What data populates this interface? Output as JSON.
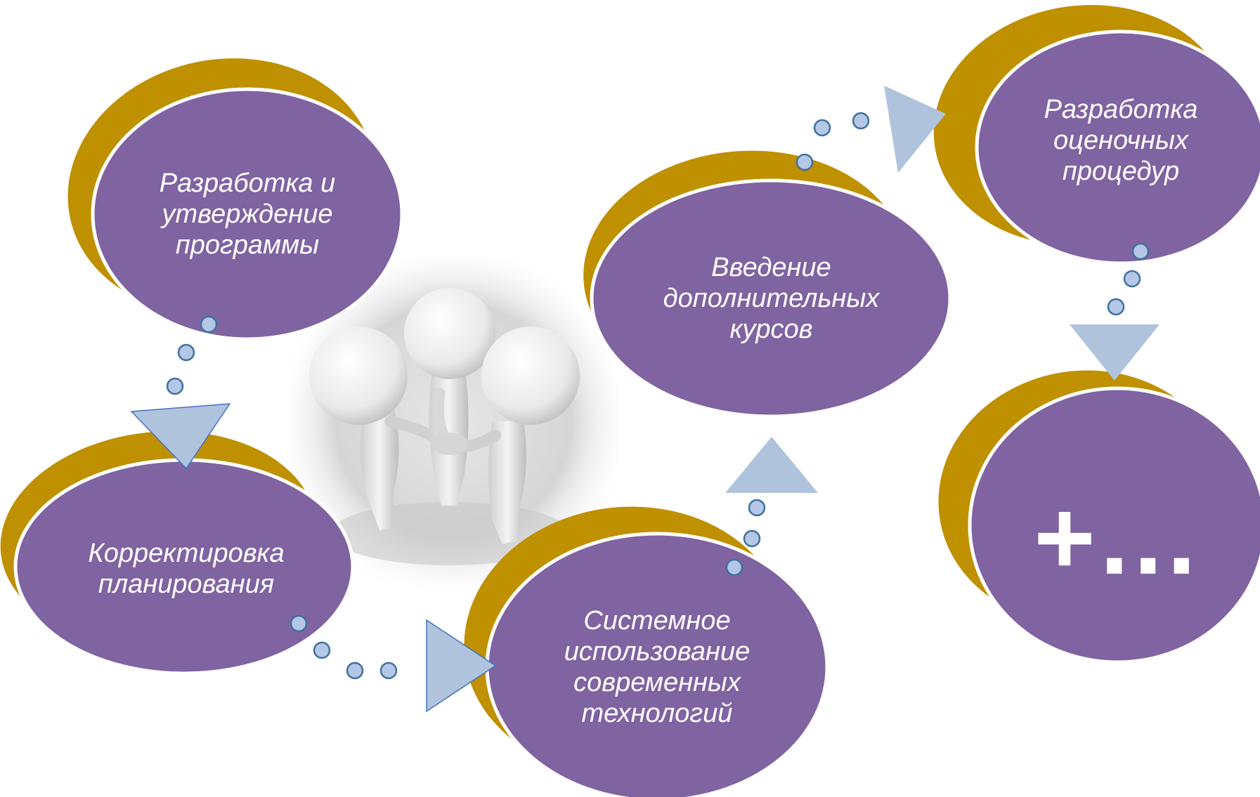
{
  "colors": {
    "bubble": "#8063a1",
    "bubble_stroke": "#ffffff",
    "crescent": "#bf9000",
    "arrow": "#b0c3dc",
    "dot_fill": "#b4c7e7",
    "dot_stroke": "#41719c"
  },
  "illustration": {
    "description_icon": "three-figures-huddle-icon"
  },
  "nodes": [
    {
      "id": "program",
      "label": "Разработка и\nутверждение\nпрограммы"
    },
    {
      "id": "planning",
      "label": "Корректировка\nпланирования"
    },
    {
      "id": "technologies",
      "label": "Системное\nиспользование\nсовременных\nтехнологий"
    },
    {
      "id": "courses",
      "label": "Введение\nдополнительных\nкурсов"
    },
    {
      "id": "assessment",
      "label": "Разработка\nоценочных\nпроцедур"
    },
    {
      "id": "more",
      "label": "+…"
    }
  ]
}
